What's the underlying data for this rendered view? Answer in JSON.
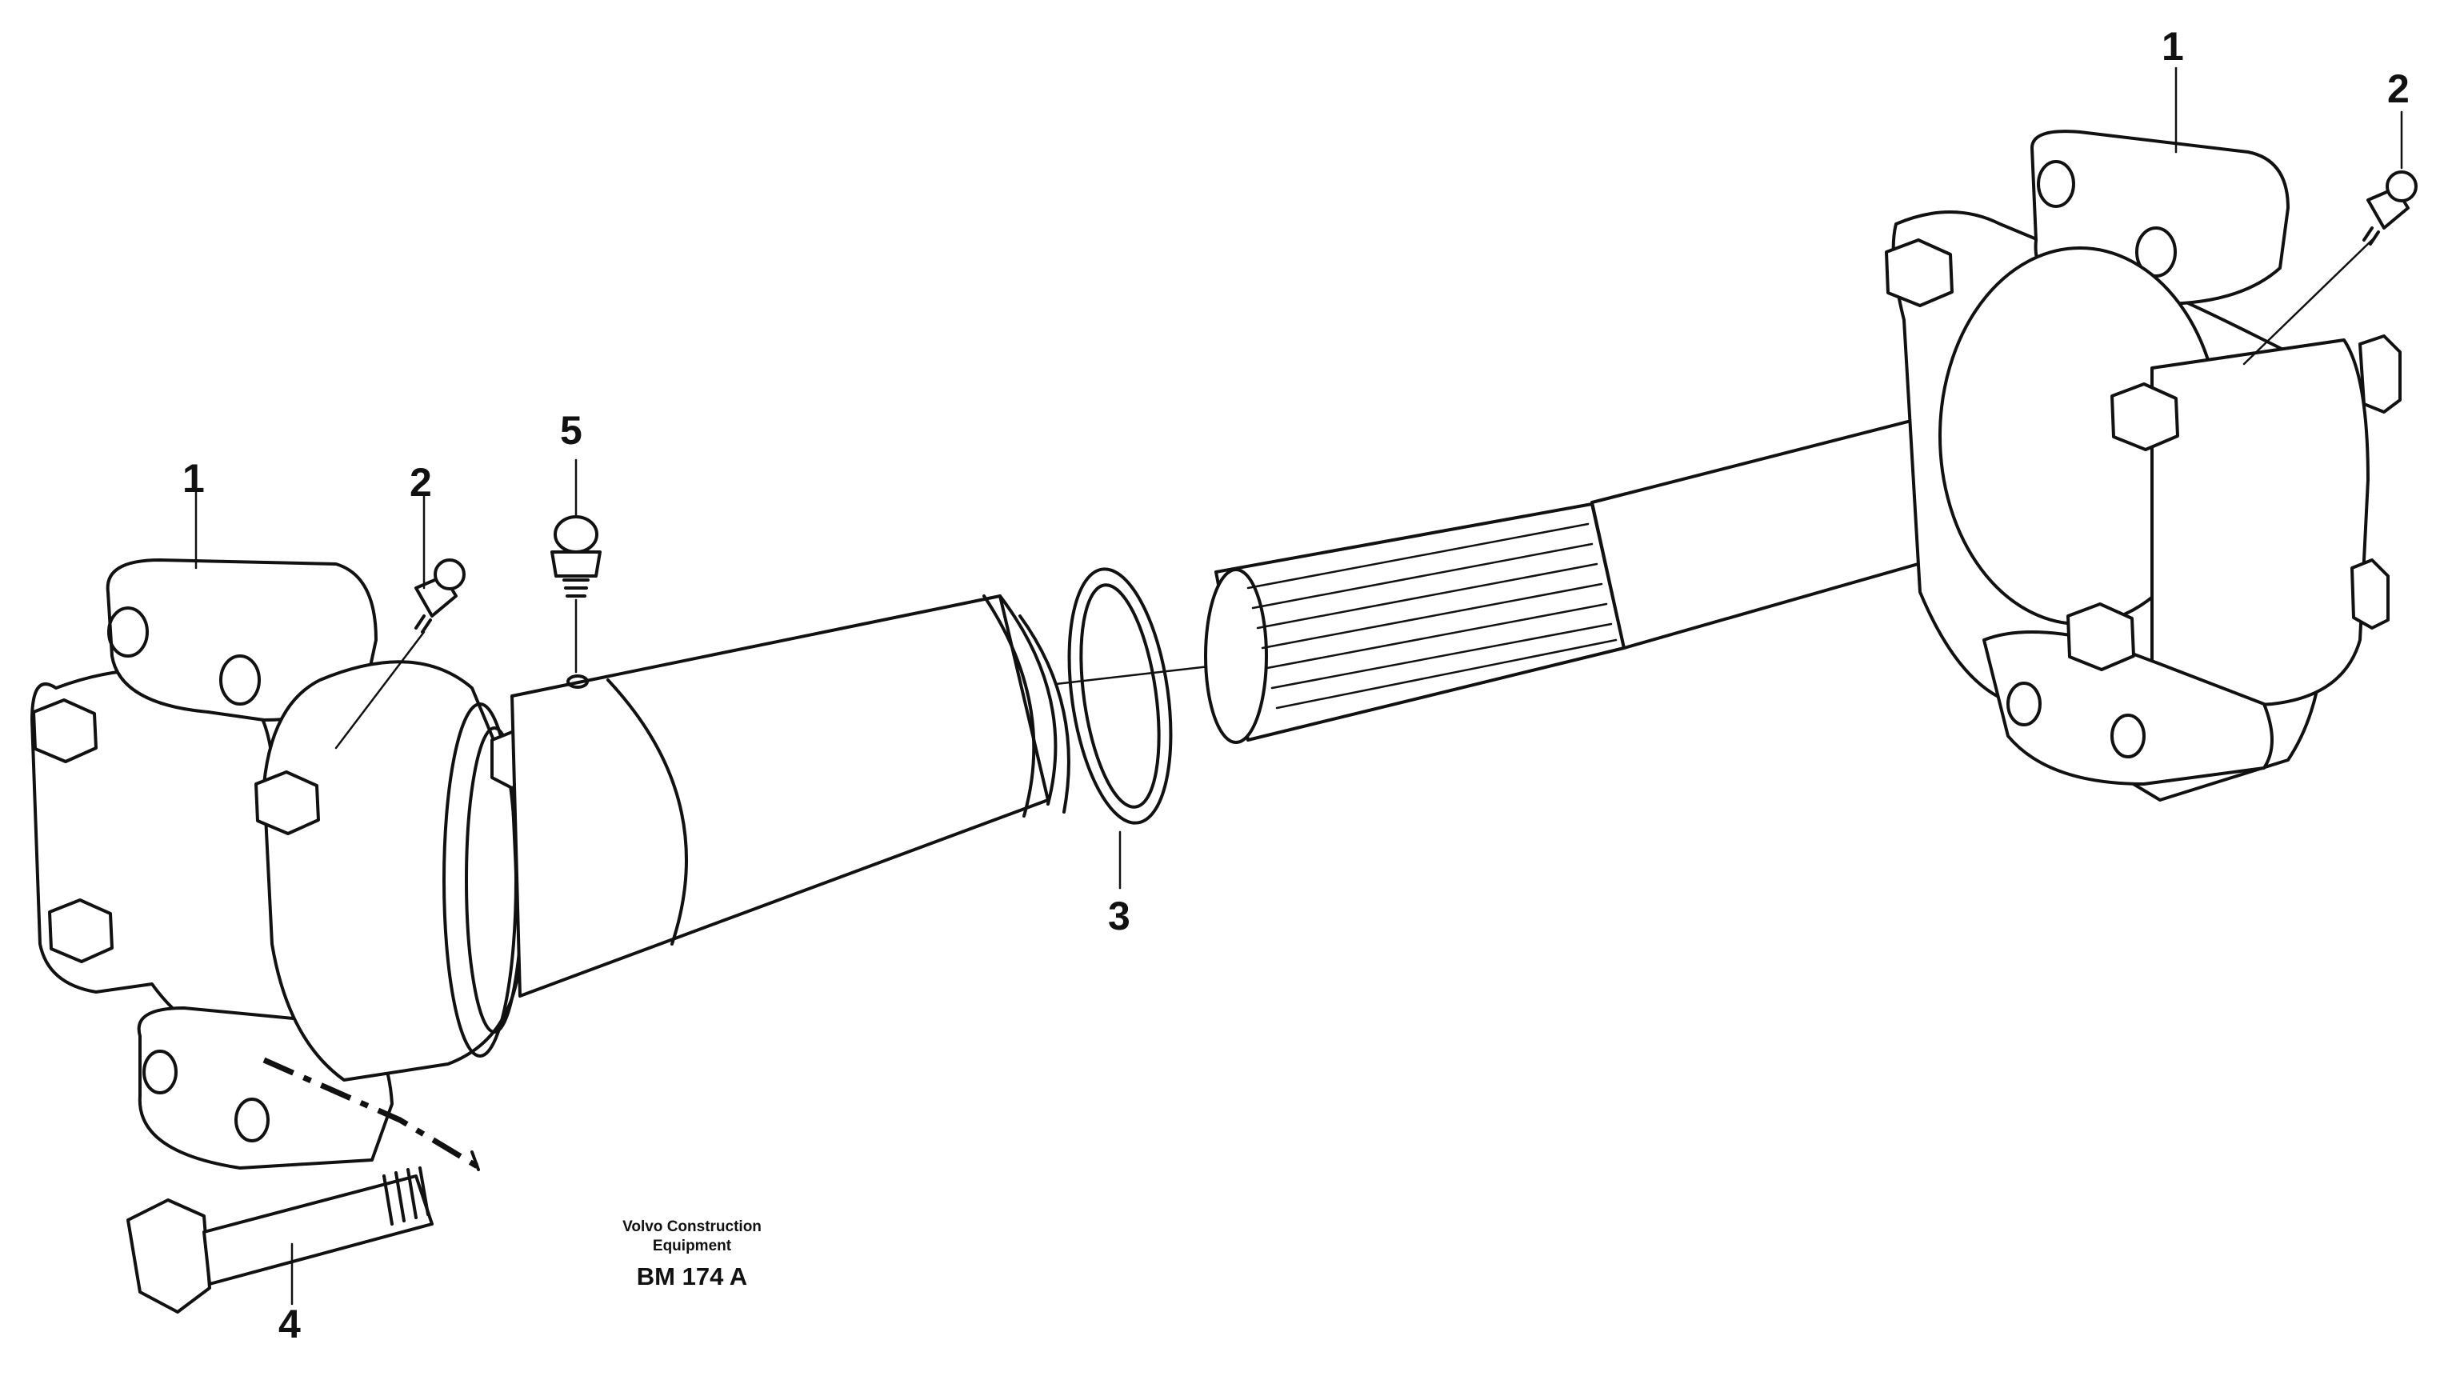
{
  "callouts": [
    {
      "id": "left-1",
      "text": "1"
    },
    {
      "id": "left-2",
      "text": "2"
    },
    {
      "id": "5",
      "text": "5"
    },
    {
      "id": "right-1",
      "text": "1"
    },
    {
      "id": "right-2",
      "text": "2"
    },
    {
      "id": "3",
      "text": "3"
    },
    {
      "id": "4",
      "text": "4"
    }
  ],
  "caption": {
    "company_line1": "Volvo Construction",
    "company_line2": "Equipment",
    "code": "BM 174 A"
  }
}
